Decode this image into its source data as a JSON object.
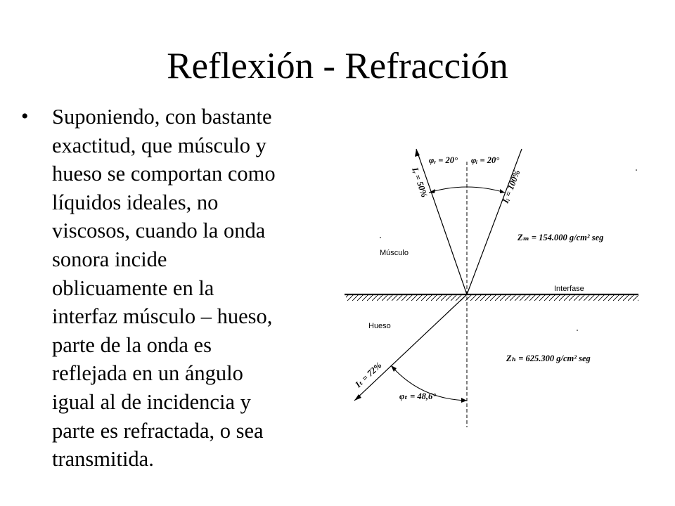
{
  "slide": {
    "title": "Reflexión - Refracción",
    "bullet": {
      "lines": [
        "Suponiendo, con bastante",
        "exactitud, que músculo y",
        "hueso se comportan como",
        "líquidos ideales, no",
        "viscosos, cuando la onda",
        "sonora incide",
        "oblicuamente en la",
        "interfaz músculo – hueso,",
        "parte de la onda es",
        "reflejada en un ángulo",
        "igual al de incidencia y",
        "parte es refractada, o sea",
        "transmitida."
      ]
    }
  },
  "diagram": {
    "labels": {
      "muscle": "Músculo",
      "bone": "Hueso",
      "interface": "Interfase",
      "z_muscle": "Zₘ = 154.000 g/cm² seg",
      "z_bone": "Zₕ = 625.300 g/cm² seg",
      "phi_reflected": "φᵣ = 20°",
      "phi_incident": "φᵢ = 20°",
      "phi_transmitted": "φₜ = 48,6°",
      "i_reflected": "Iᵣ = 50%",
      "i_incident": "Iᵢ = 100%",
      "i_transmitted": "Iₜ = 72%"
    }
  }
}
